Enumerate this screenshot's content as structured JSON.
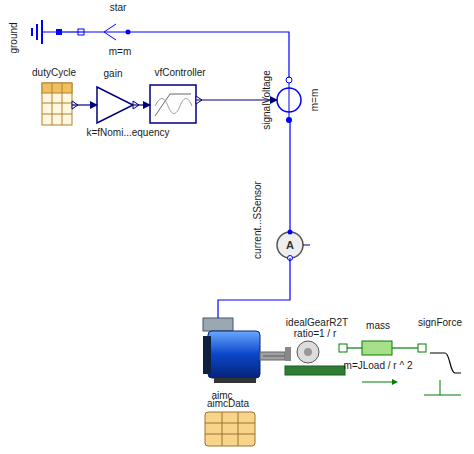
{
  "diagram": {
    "nodes": [
      {
        "text": [
          "ground"
        ]
      },
      {
        "text": [
          "star",
          "m=m"
        ]
      },
      {
        "text": [
          "dutyCycle"
        ]
      },
      {
        "text": [
          "gain",
          "k=fNomi...equency"
        ]
      },
      {
        "text": [
          "vfController"
        ]
      },
      {
        "text": [
          "signalVoltage",
          "m=m"
        ]
      },
      {
        "text": [
          "current...SSensor"
        ]
      },
      {
        "text": [
          "aimc"
        ]
      },
      {
        "text": [
          "idealGearR2T",
          "ratio=1 / r"
        ]
      },
      {
        "text": [
          "mass",
          "m=JLoad / r ^ 2"
        ]
      },
      {
        "text": [
          "signForce"
        ]
      },
      {
        "text": [
          "aimcData"
        ]
      }
    ],
    "edges": [
      {
        "from": 0,
        "to": 1,
        "arrow": "none"
      },
      {
        "from": 1,
        "to": 5,
        "arrow": "none"
      },
      {
        "from": 2,
        "to": 3,
        "arrow": "to"
      },
      {
        "from": 3,
        "to": 4,
        "arrow": "to"
      },
      {
        "from": 4,
        "to": 5,
        "arrow": "to"
      },
      {
        "from": 5,
        "to": 6,
        "arrow": "none"
      },
      {
        "from": 6,
        "to": 7,
        "arrow": "none"
      },
      {
        "from": 7,
        "to": 8,
        "arrow": "none"
      },
      {
        "from": 8,
        "to": 9,
        "arrow": "none"
      },
      {
        "from": 9,
        "to": 10,
        "arrow": "none"
      }
    ],
    "labels": [
      "A"
    ]
  }
}
